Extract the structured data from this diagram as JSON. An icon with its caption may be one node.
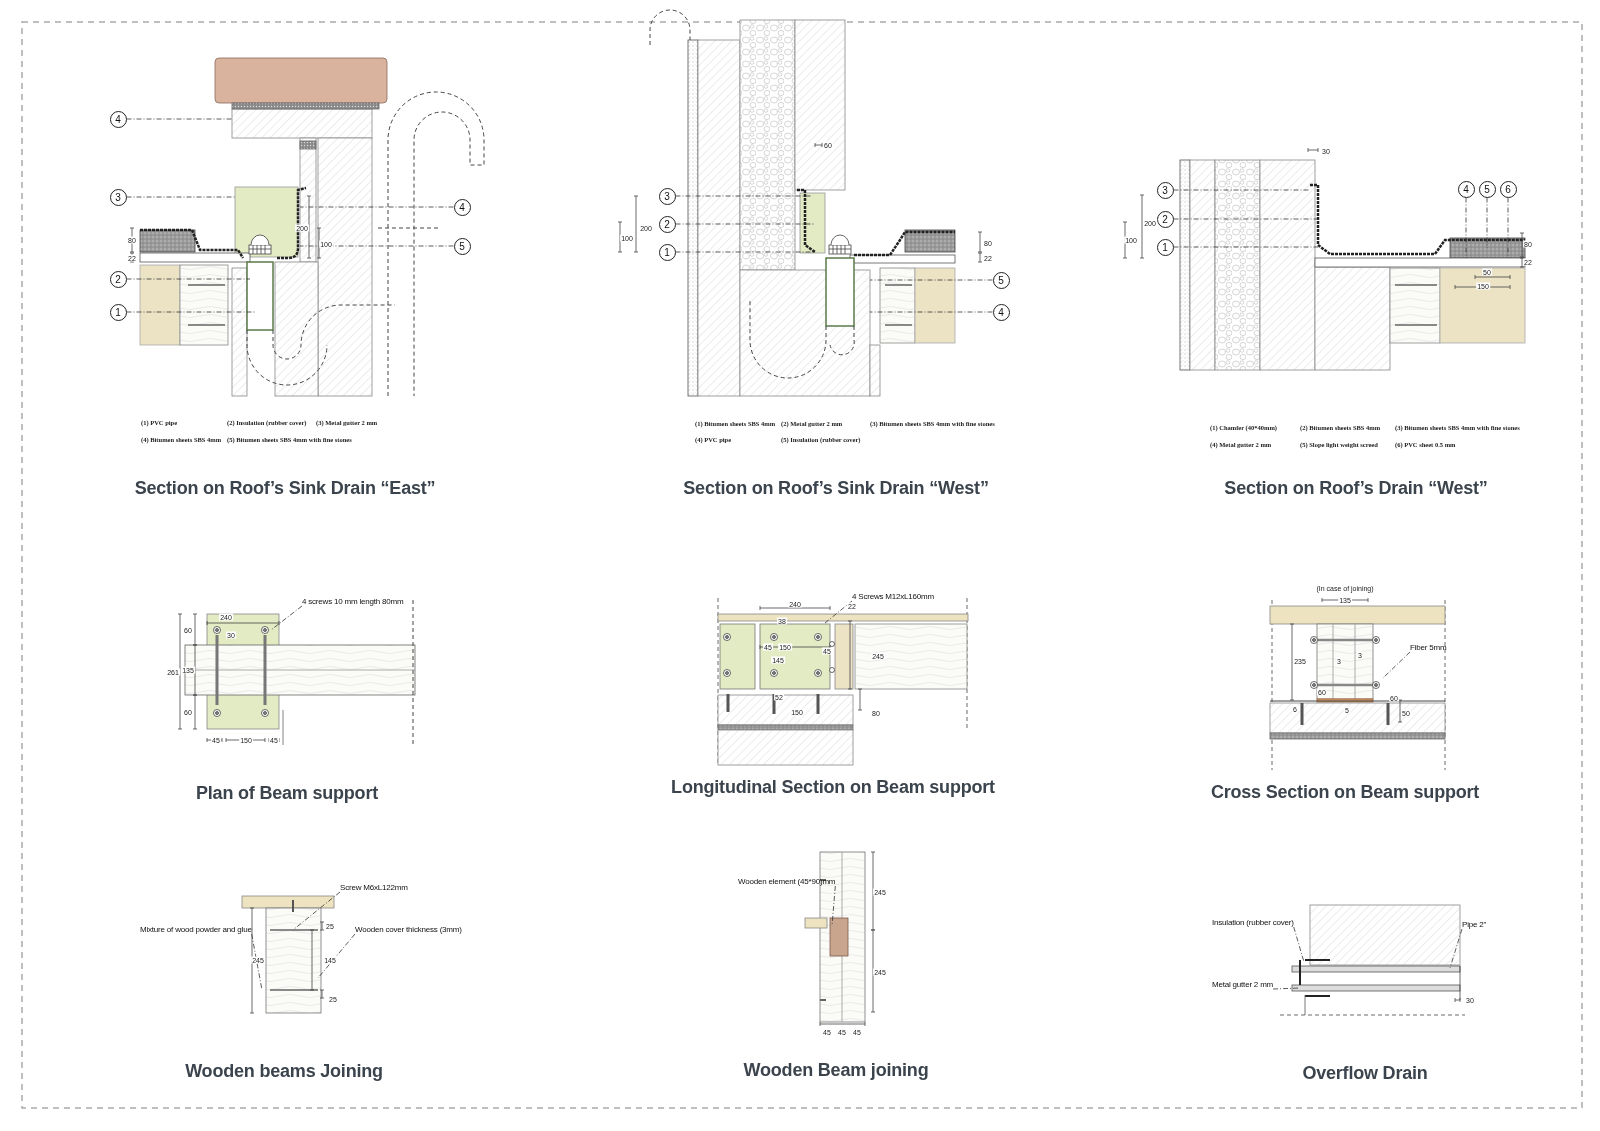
{
  "diagram": {
    "nodes": [
      {
        "text": [
          "4"
        ]
      },
      {
        "text": [
          "3"
        ]
      },
      {
        "text": [
          "2"
        ]
      },
      {
        "text": [
          "1"
        ]
      },
      {
        "text": [
          "4"
        ]
      },
      {
        "text": [
          "5"
        ]
      },
      {
        "text": [
          "3"
        ]
      },
      {
        "text": [
          "2"
        ]
      },
      {
        "text": [
          "1"
        ]
      },
      {
        "text": [
          "5"
        ]
      },
      {
        "text": [
          "4"
        ]
      },
      {
        "text": [
          "3"
        ]
      },
      {
        "text": [
          "2"
        ]
      },
      {
        "text": [
          "1"
        ]
      },
      {
        "text": [
          "4"
        ]
      },
      {
        "text": [
          "5"
        ]
      },
      {
        "text": [
          "6"
        ]
      },
      {
        "text": [
          "4 screws 10 mm length 80mm"
        ]
      },
      {
        "text": [
          "4 Screws M12xL160mm"
        ]
      },
      {
        "text": [
          "Fiber 5mm"
        ]
      },
      {
        "text": [
          "Screw M6xL122mm"
        ]
      },
      {
        "text": [
          "Mixture of wood powder and glue"
        ]
      },
      {
        "text": [
          "Wooden cover thickness (3mm)"
        ]
      },
      {
        "text": [
          "Wooden element (45*90)mm"
        ]
      },
      {
        "text": [
          "Insulation (rubber cover)"
        ]
      },
      {
        "text": [
          "Metal gutter 2 mm"
        ]
      },
      {
        "text": [
          "Pipe 2\""
        ]
      }
    ],
    "edges": [
      {
        "from": 0,
        "to": null,
        "arrow": "none"
      },
      {
        "from": 1,
        "to": null,
        "arrow": "none"
      },
      {
        "from": 2,
        "to": null,
        "arrow": "none"
      },
      {
        "from": 3,
        "to": null,
        "arrow": "none"
      },
      {
        "from": 4,
        "to": null,
        "arrow": "none"
      },
      {
        "from": 5,
        "to": null,
        "arrow": "none"
      },
      {
        "from": 6,
        "to": null,
        "arrow": "none"
      },
      {
        "from": 7,
        "to": null,
        "arrow": "none"
      },
      {
        "from": 8,
        "to": null,
        "arrow": "none"
      },
      {
        "from": 9,
        "to": null,
        "arrow": "none"
      },
      {
        "from": 10,
        "to": null,
        "arrow": "none"
      },
      {
        "from": 11,
        "to": null,
        "arrow": "none"
      },
      {
        "from": 12,
        "to": null,
        "arrow": "none"
      },
      {
        "from": 13,
        "to": null,
        "arrow": "none"
      },
      {
        "from": 14,
        "to": null,
        "arrow": "none"
      },
      {
        "from": 15,
        "to": null,
        "arrow": "none"
      },
      {
        "from": 16,
        "to": null,
        "arrow": "none"
      },
      {
        "from": 17,
        "to": null,
        "arrow": "none"
      },
      {
        "from": 18,
        "to": null,
        "arrow": "none"
      },
      {
        "from": 19,
        "to": null,
        "arrow": "none"
      },
      {
        "from": 20,
        "to": null,
        "arrow": "none"
      },
      {
        "from": 21,
        "to": null,
        "arrow": "none"
      },
      {
        "from": 22,
        "to": null,
        "arrow": "none"
      },
      {
        "from": 23,
        "to": null,
        "arrow": "none"
      },
      {
        "from": 24,
        "to": null,
        "arrow": "none"
      },
      {
        "from": 25,
        "to": null,
        "arrow": "none"
      },
      {
        "from": 26,
        "to": null,
        "arrow": "none"
      }
    ],
    "labels": [
      "80",
      "22",
      "200",
      "100",
      "(1) PVC pipe",
      "(2) Insulation (rubber cover)",
      "(3) Metal gutter 2 mm",
      "(4) Bitumen sheets SBS 4mm",
      "(5) Bitumen sheets SBS 4mm with fine stones",
      "Section on Roof’s Sink Drain “East”",
      "60",
      "200",
      "100",
      "80",
      "22",
      "(1) Bitumen sheets SBS 4mm",
      "(2) Metal gutter 2 mm",
      "(3) Bitumen sheets SBS 4mm with fine stones",
      "(4) PVC pipe",
      "(5) Insulation (rubber cover)",
      "Section on Roof’s Sink Drain “West”",
      "30",
      "200",
      "100",
      "80",
      "22",
      "50",
      "150",
      "(1) Chamfer (40*40mm)",
      "(2) Bitumen sheets SBS 4mm",
      "(3) Bitumen sheets SBS 4mm with fine stones",
      "(4) Metal gutter 2 mm",
      "(5) Slope light weight screed",
      "(6) PVC sheet 0.5 mm",
      "Section on Roof’s Drain “West”",
      "240",
      "30",
      "60",
      "261",
      "135",
      "60",
      "45",
      "150",
      "45",
      "Plan of Beam support",
      "240",
      "22",
      "38",
      "45",
      "150",
      "45",
      "145",
      "245",
      "52",
      "150",
      "80",
      "Longitudinal Section on Beam support",
      "(In case of joining)",
      "135",
      "235",
      "3",
      "3",
      "60",
      "60",
      "6",
      "5",
      "50",
      "Cross Section on Beam support",
      "25",
      "245",
      "145",
      "25",
      "Wooden beams Joining",
      "245",
      "245",
      "45",
      "45",
      "45",
      "Wooden Beam joining",
      "30",
      "Overflow Drain"
    ]
  }
}
